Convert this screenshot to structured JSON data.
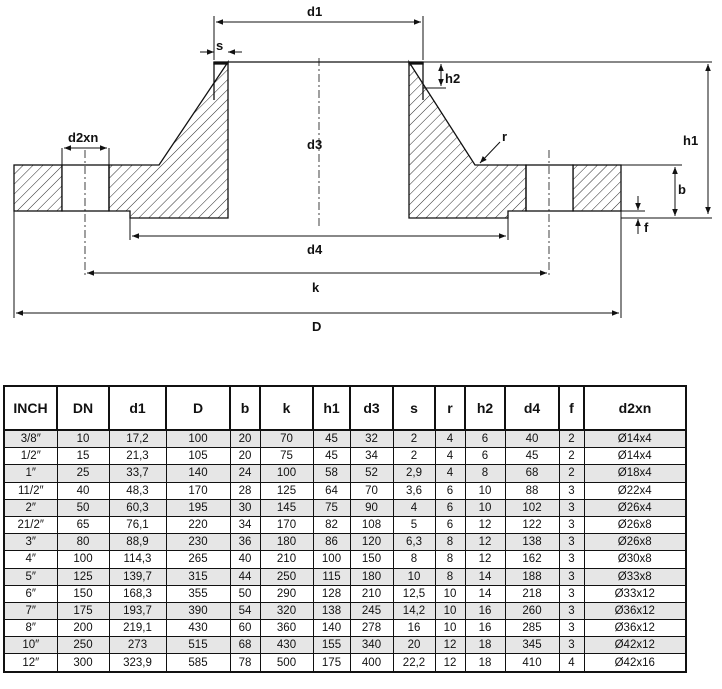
{
  "drawing": {
    "labels": {
      "d1": "d1",
      "s": "s",
      "h2": "h2",
      "r": "r",
      "h1": "h1",
      "d3": "d3",
      "d2xn": "d2xn",
      "b": "b",
      "f": "f",
      "d4": "d4",
      "k": "k",
      "D": "D"
    }
  },
  "table": {
    "headers": [
      "INCH",
      "DN",
      "d1",
      "D",
      "b",
      "k",
      "h1",
      "d3",
      "s",
      "r",
      "h2",
      "d4",
      "f",
      "d2xn"
    ],
    "rows": [
      [
        "3/8″",
        "10",
        "17,2",
        "100",
        "20",
        "70",
        "45",
        "32",
        "2",
        "4",
        "6",
        "40",
        "2",
        "Ø14x4"
      ],
      [
        "1/2″",
        "15",
        "21,3",
        "105",
        "20",
        "75",
        "45",
        "34",
        "2",
        "4",
        "6",
        "45",
        "2",
        "Ø14x4"
      ],
      [
        "1″",
        "25",
        "33,7",
        "140",
        "24",
        "100",
        "58",
        "52",
        "2,9",
        "4",
        "8",
        "68",
        "2",
        "Ø18x4"
      ],
      [
        "11/2″",
        "40",
        "48,3",
        "170",
        "28",
        "125",
        "64",
        "70",
        "3,6",
        "6",
        "10",
        "88",
        "3",
        "Ø22x4"
      ],
      [
        "2″",
        "50",
        "60,3",
        "195",
        "30",
        "145",
        "75",
        "90",
        "4",
        "6",
        "10",
        "102",
        "3",
        "Ø26x4"
      ],
      [
        "21/2″",
        "65",
        "76,1",
        "220",
        "34",
        "170",
        "82",
        "108",
        "5",
        "6",
        "12",
        "122",
        "3",
        "Ø26x8"
      ],
      [
        "3″",
        "80",
        "88,9",
        "230",
        "36",
        "180",
        "86",
        "120",
        "6,3",
        "8",
        "12",
        "138",
        "3",
        "Ø26x8"
      ],
      [
        "4″",
        "100",
        "114,3",
        "265",
        "40",
        "210",
        "100",
        "150",
        "8",
        "8",
        "12",
        "162",
        "3",
        "Ø30x8"
      ],
      [
        "5″",
        "125",
        "139,7",
        "315",
        "44",
        "250",
        "115",
        "180",
        "10",
        "8",
        "14",
        "188",
        "3",
        "Ø33x8"
      ],
      [
        "6″",
        "150",
        "168,3",
        "355",
        "50",
        "290",
        "128",
        "210",
        "12,5",
        "10",
        "14",
        "218",
        "3",
        "Ø33x12"
      ],
      [
        "7″",
        "175",
        "193,7",
        "390",
        "54",
        "320",
        "138",
        "245",
        "14,2",
        "10",
        "16",
        "260",
        "3",
        "Ø36x12"
      ],
      [
        "8″",
        "200",
        "219,1",
        "430",
        "60",
        "360",
        "140",
        "278",
        "16",
        "10",
        "16",
        "285",
        "3",
        "Ø36x12"
      ],
      [
        "10″",
        "250",
        "273",
        "515",
        "68",
        "430",
        "155",
        "340",
        "20",
        "12",
        "18",
        "345",
        "3",
        "Ø42x12"
      ],
      [
        "12″",
        "300",
        "323,9",
        "585",
        "78",
        "500",
        "175",
        "400",
        "22,2",
        "12",
        "18",
        "410",
        "4",
        "Ø42x16"
      ]
    ]
  }
}
